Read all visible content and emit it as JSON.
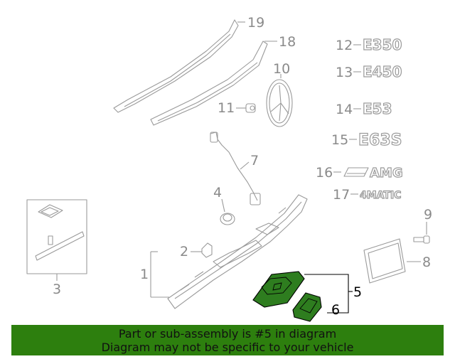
{
  "callouts": {
    "c1": "1",
    "c2": "2",
    "c3": "3",
    "c4": "4",
    "c5": "5",
    "c6": "6",
    "c7": "7",
    "c8": "8",
    "c9": "9",
    "c10": "10",
    "c11": "11",
    "c12": "12",
    "c13": "13",
    "c14": "14",
    "c15": "15",
    "c16": "16",
    "c17": "17",
    "c18": "18",
    "c19": "19"
  },
  "badges": {
    "b12": "E350",
    "b13": "E450",
    "b14": "E53",
    "b15": "E63S",
    "b16": "AMG",
    "b17": "4MATIC"
  },
  "highlight_callout": "5",
  "colors": {
    "banner": "#2d7f0e",
    "highlight_part": "#2e7d1f",
    "lines": "#9a9a9a"
  },
  "banner": {
    "line1": "Part or sub-assembly is #5 in diagram",
    "line2": "Diagram may not be specific to your vehicle"
  }
}
